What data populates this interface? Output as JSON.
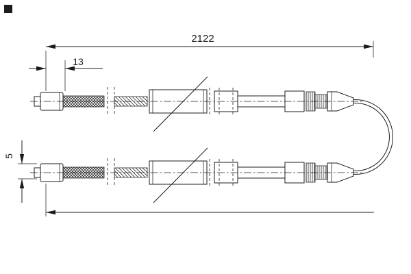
{
  "drawing": {
    "type": "technical-part-drawing",
    "subject": "parking brake cable assembly, two runs joined by u-bend"
  },
  "labels": {
    "total_length": "2122",
    "left_offset": "13",
    "end_height": "5"
  },
  "colors": {
    "line": "#1c1c1c",
    "background": "#ffffff"
  }
}
